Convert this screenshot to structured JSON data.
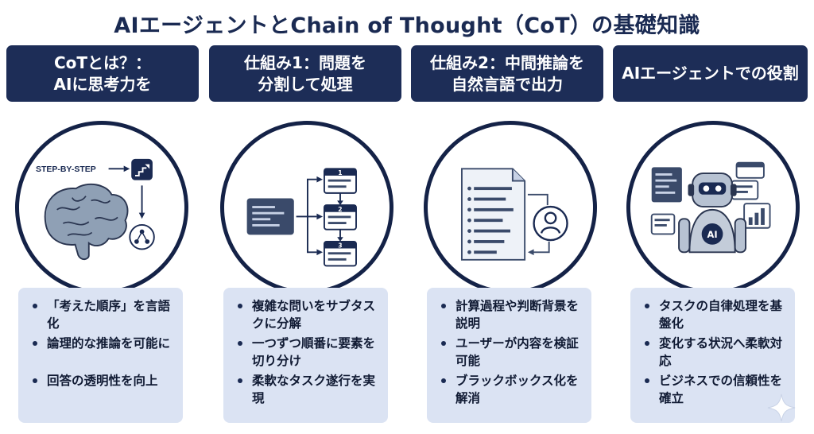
{
  "title": "AIエージェントとChain of Thought（CoT）の基礎知識",
  "columns": [
    {
      "header": "CoTとは？：\nAIに思考力を",
      "illustration_label": "STEP-BY-STEP",
      "bullets": [
        "「考えた順序」を言語化",
        "論理的な推論を可能に",
        "回答の透明性を向上"
      ]
    },
    {
      "header": "仕組み1：問題を\n分割して処理",
      "step_numbers": [
        "1",
        "2",
        "3"
      ],
      "bullets": [
        "複雑な問いをサブタスクに分解",
        "一つずつ順番に要素を切り分け",
        "柔軟なタスク遂行を実現"
      ]
    },
    {
      "header": "仕組み2：中間推論を\n自然言語で出力",
      "bullets": [
        "計算過程や判断背景を説明",
        "ユーザーが内容を検証可能",
        "ブラックボックス化を解消"
      ]
    },
    {
      "header": "AIエージェントでの役割",
      "robot_chest_label": "AI",
      "bullets": [
        "タスクの自律処理を基盤化",
        "変化する状況へ柔軟対応",
        "ビジネスでの信頼性を確立"
      ]
    }
  ],
  "colors": {
    "navy": "#1d2d57",
    "light_panel": "#dbe3f3"
  }
}
